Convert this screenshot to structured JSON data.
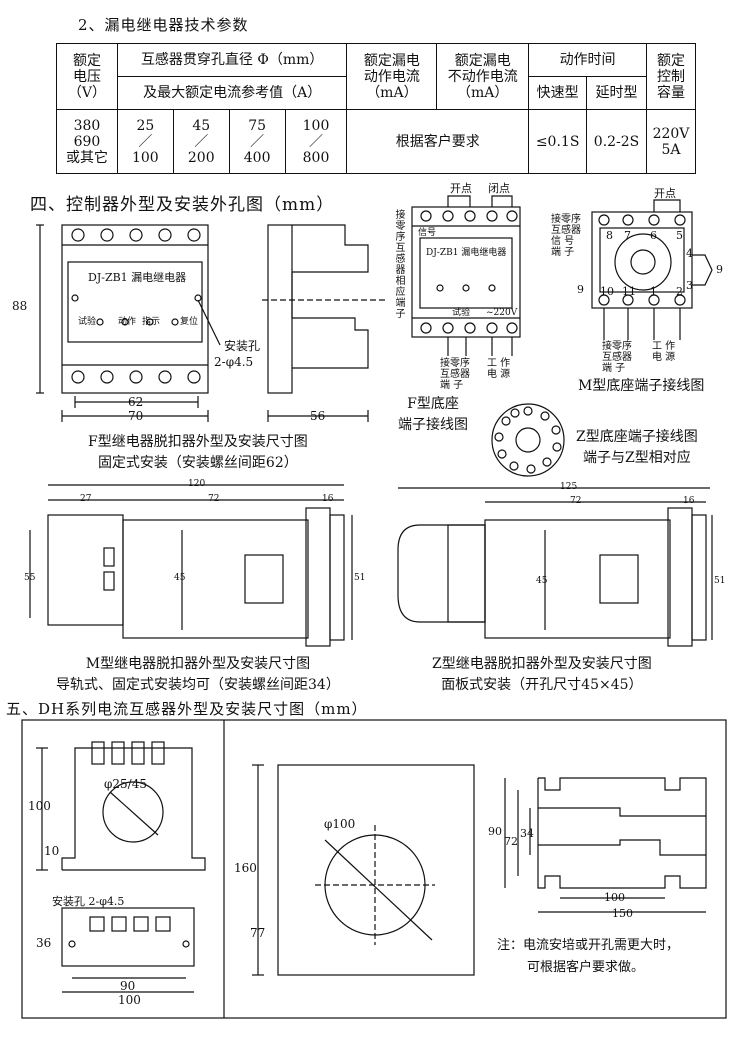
{
  "titles": {
    "spec_title": "2、漏电继电器技术参数",
    "section4": "四、控制器外型及安装外孔图（mm）",
    "section5": "五、DH系列电流互感器外型及安装尺寸图（mm）"
  },
  "table": {
    "h_voltage": [
      "额定",
      "电压",
      "（V）"
    ],
    "h_ct_line1": "互感器贯穿孔直径 Φ（mm）",
    "h_ct_line2": "及最大额定电流参考值（A）",
    "h_trip": [
      "额定漏电",
      "动作电流",
      "（mA）"
    ],
    "h_notrip": [
      "额定漏电",
      "不动作电流",
      "（mA）"
    ],
    "h_time": "动作时间",
    "h_fast": "快速型",
    "h_delay": "延时型",
    "h_capacity": [
      "额定",
      "控制",
      "容量"
    ],
    "voltage": [
      "380",
      "690",
      "或其它"
    ],
    "ct": [
      [
        "25",
        "／",
        "100"
      ],
      [
        "45",
        "／",
        "200"
      ],
      [
        "75",
        "／",
        "400"
      ],
      [
        "100",
        "／",
        "800"
      ]
    ],
    "leak": "根据客户要求",
    "fast": "≤0.1S",
    "delay": "0.2-2S",
    "capacity": [
      "220V",
      "5A"
    ]
  },
  "f_relay": {
    "device_name": "DJ-ZB1 漏电继电器",
    "panel_labels": [
      "试验",
      "动作",
      "指示",
      "复位"
    ],
    "hole_label": "安装孔",
    "hole_spec": "2-φ4.5",
    "dim_height": "88",
    "dim_inner": "62",
    "dim_outer": "70",
    "dim_side": "56",
    "caption": [
      "F型继电器脱扣器外型及安装尺寸图",
      "固定式安装（安装螺丝间距62）"
    ]
  },
  "f_base": {
    "open": "开点",
    "closed": "闭点",
    "left_label": "接零序互感器相应端子",
    "device_name": "DJ-ZB1 漏电继电器",
    "row_labels": [
      "信号",
      "试验",
      "~220V"
    ],
    "bottom_labels": [
      "接零序",
      "互感器",
      "端 子"
    ],
    "power_label": [
      "工 作",
      "电 源"
    ],
    "caption": [
      "F型底座",
      "端子接线图"
    ]
  },
  "m_base": {
    "open": "开点",
    "left_label": [
      "接零序",
      "互感器",
      "信  号",
      "端  子"
    ],
    "top_nums": [
      "8",
      "7",
      "6",
      "5"
    ],
    "bottom_nums": [
      "10",
      "11",
      "1",
      "2"
    ],
    "side_nums": [
      "4",
      "3",
      "9",
      "9"
    ],
    "bottom_labels": [
      "接零序",
      "互感器",
      "端  子"
    ],
    "power_label": [
      "工 作",
      "电 源"
    ],
    "caption": "M型底座端子接线图"
  },
  "z_base": {
    "caption": [
      "Z型底座端子接线图",
      "端子与Z型相对应"
    ]
  },
  "m_relay": {
    "dims": [
      "120",
      "27",
      "72",
      "16",
      "55",
      "45",
      "51"
    ],
    "caption": [
      "M型继电器脱扣器外型及安装尺寸图",
      "导轨式、固定式安装均可（安装螺丝间距34）"
    ]
  },
  "z_relay": {
    "dims": [
      "125",
      "72",
      "16",
      "45",
      "51"
    ],
    "caption": [
      "Z型继电器脱扣器外型及安装尺寸图",
      "面板式安装（开孔尺寸45×45）"
    ]
  },
  "dh_small": {
    "hole_dia": "φ25/45",
    "dim_height": "100",
    "dim_low": "10",
    "hole_label": "安装孔 2-φ4.5",
    "dim_36": "36",
    "dim_90": "90",
    "dim_100": "100"
  },
  "dh_large": {
    "hole_dia": "φ100",
    "dim_160": "160",
    "dim_77": "77",
    "dim_90": "90",
    "dim_72": "72",
    "dim_34": "34",
    "dim_100": "100",
    "dim_150": "150",
    "note": [
      "注：电流安培或开孔需更大时，",
      "可根据客户要求做。"
    ]
  }
}
